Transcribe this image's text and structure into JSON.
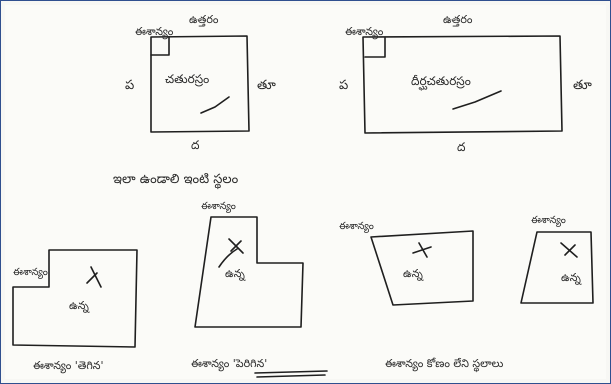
{
  "figures": {
    "fig1": {
      "top_label": "ఉత్తరం",
      "corner_label": "ఈశాన్యం",
      "left_label": "ప",
      "right_label": "తూ",
      "bottom_label": "ద",
      "inner_label": "చతురస్రం"
    },
    "fig2": {
      "top_label": "ఉత్తరం",
      "corner_label": "ఈశాన్యం",
      "left_label": "ప",
      "right_label": "తూ",
      "bottom_label": "ద",
      "inner_label": "దీర్ఘచతురస్రం"
    },
    "fig3": {
      "corner_label": "ఈశాన్యం",
      "inner_label": "ఉన్న"
    },
    "fig4": {
      "corner_label": "ఈశాన్యం",
      "inner_label": "ఉన్న"
    },
    "fig5": {
      "corner_label": "ఈశాన్యం",
      "inner_label": "ఉన్న"
    },
    "fig6": {
      "corner_label": "ఈశాన్యం",
      "inner_label": "ఉన్న"
    }
  },
  "captions": {
    "row1": "ఇలా ఉండాలి ఇంటి స్థలం",
    "fig3": "ఈశాన్యం 'తెగిన'",
    "fig4": "ఈశాన్యం 'పెరిగిన'",
    "fig56": "ఈశాన్యం కోణం లేని స్థలాలు"
  }
}
